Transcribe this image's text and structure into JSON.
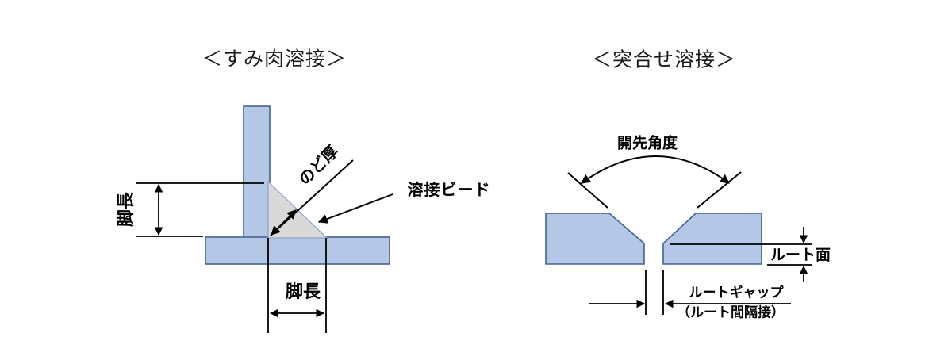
{
  "colors": {
    "plate_fill": "#b4c7e7",
    "plate_stroke": "#46618f",
    "bead_fill": "#d9d9d9",
    "bead_stroke": "#8fa3c4",
    "line": "#000000"
  },
  "fillet": {
    "title": "＜すみ肉溶接＞",
    "labels": {
      "leg_left": "脚長",
      "leg_bottom": "脚長",
      "throat": "のど厚",
      "bead": "溶接ビード"
    }
  },
  "butt": {
    "title": "＜突合せ溶接＞",
    "labels": {
      "groove_angle": "開先角度",
      "root_face": "ルート面",
      "root_gap": "ルートギャップ",
      "root_gap_alt": "（ルート間隔接）"
    }
  }
}
